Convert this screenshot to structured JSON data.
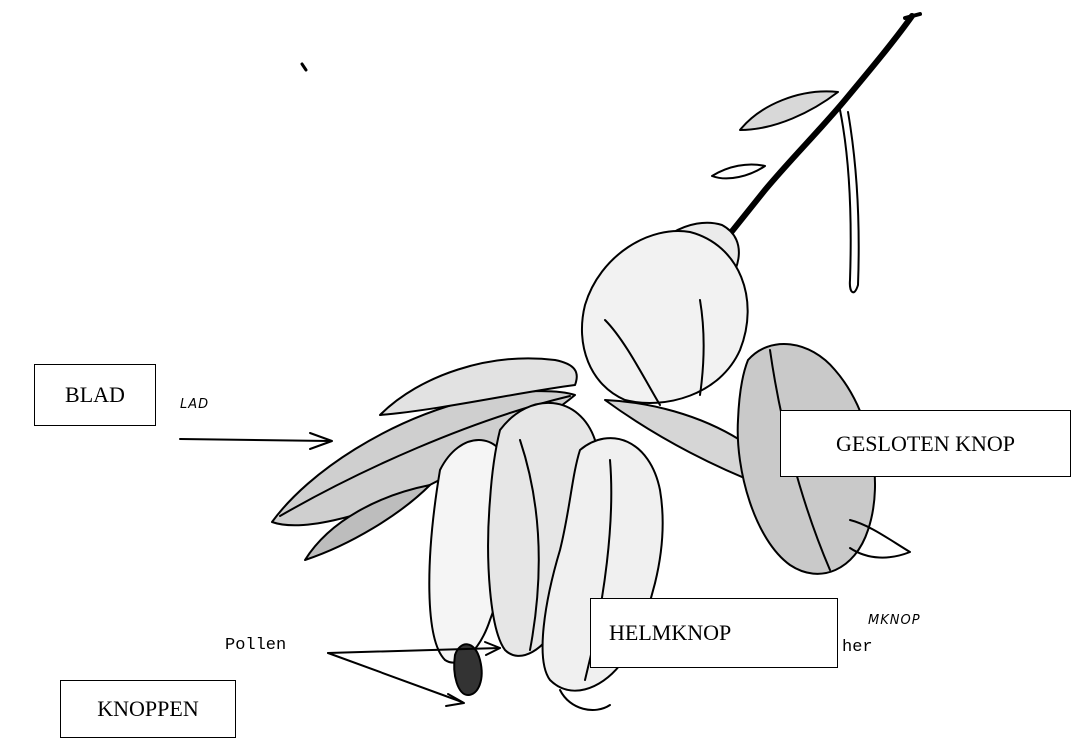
{
  "labels": {
    "blad": "BLAD",
    "gesloten_knop": "GESLOTEN KNOP",
    "helmknop": "HELMKNOP",
    "knoppen": "KNOPPEN"
  },
  "original_text": {
    "pollen": "Pollen",
    "lad_fragment": "LAD",
    "mknop_fragment": "MKNOP",
    "her_fragment": "her"
  },
  "colors": {
    "ink": "#000000",
    "paper": "#ffffff"
  }
}
